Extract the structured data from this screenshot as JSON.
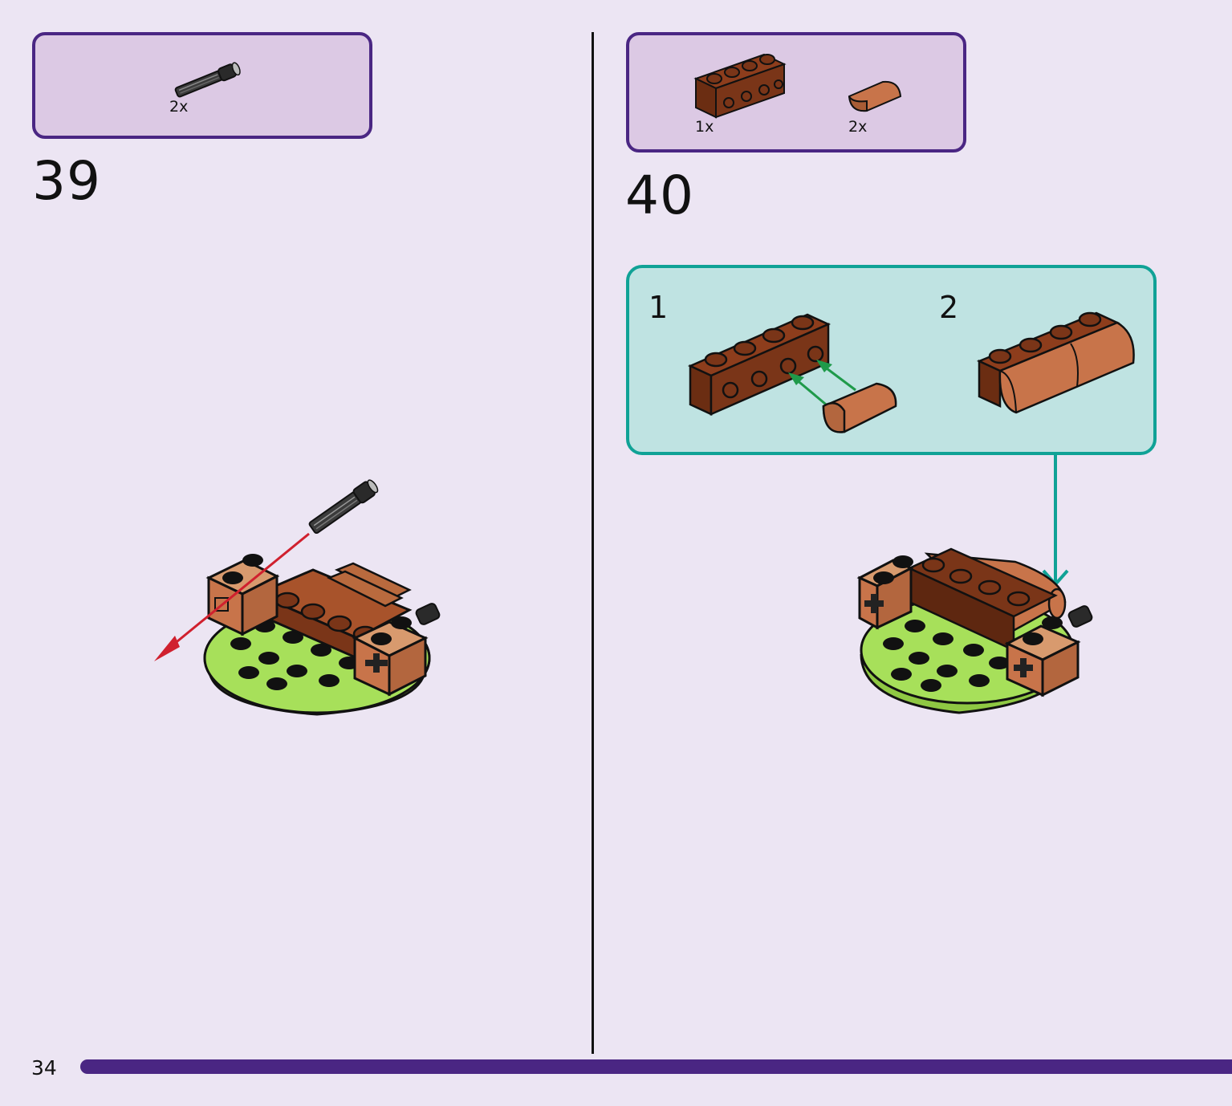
{
  "page": {
    "number": "34"
  },
  "colors": {
    "accent_purple": "#4a2683",
    "parts_box_fill": "#dcc9e4",
    "background": "#ece5f3",
    "sub_step_border": "#10a296",
    "sub_step_fill": "#bfe3e2",
    "brick_reddish_brown": "#7a3518",
    "brick_medium_nougat": "#c8744a",
    "plate_lime": "#a7e05a",
    "arrow_red": "#d0202e",
    "arrow_green": "#1f9a4a",
    "arrow_teal": "#10a296"
  },
  "steps": [
    {
      "number": "39",
      "parts": [
        {
          "icon": "axle-pin-icon",
          "quantity": "2x"
        }
      ]
    },
    {
      "number": "40",
      "parts": [
        {
          "icon": "brick-1x4-with-studs-on-side-icon",
          "quantity": "1x"
        },
        {
          "icon": "curved-slope-brick-icon",
          "quantity": "2x"
        }
      ],
      "sub_steps": [
        {
          "number": "1"
        },
        {
          "number": "2"
        }
      ]
    }
  ]
}
